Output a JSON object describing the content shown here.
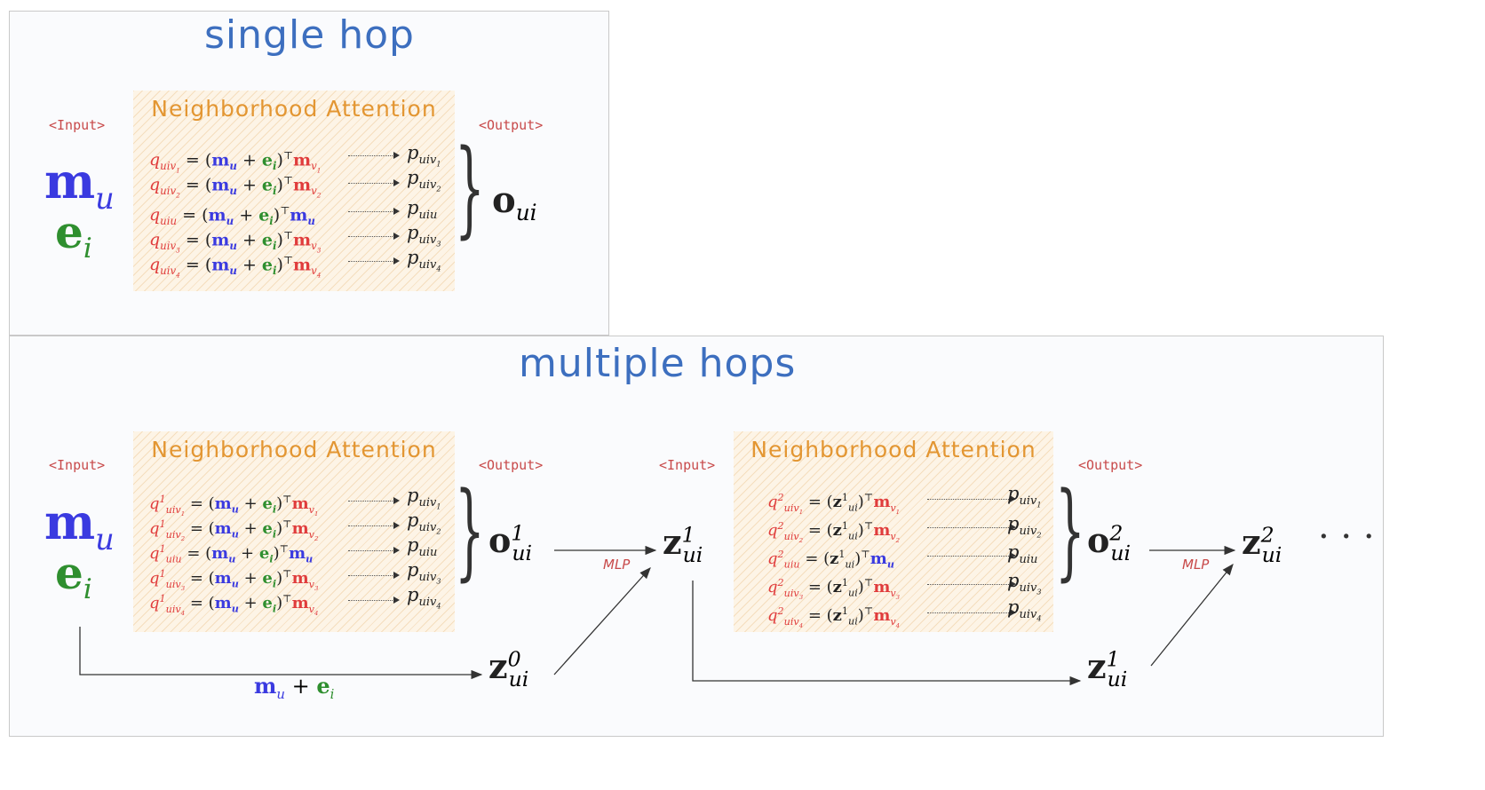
{
  "titles": {
    "single": "single hop",
    "multiple": "multiple hops"
  },
  "tags": {
    "input": "<Input>",
    "output": "<Output>",
    "mlp": "MLP"
  },
  "attention_title": "Neighborhood Attention",
  "colors": {
    "title": "#3d6fbf",
    "attention": "#e39632",
    "tag": "#c84a4a",
    "m": "#3a3ae0",
    "e": "#2f8f2f",
    "q": "#e03c3c"
  }
}
